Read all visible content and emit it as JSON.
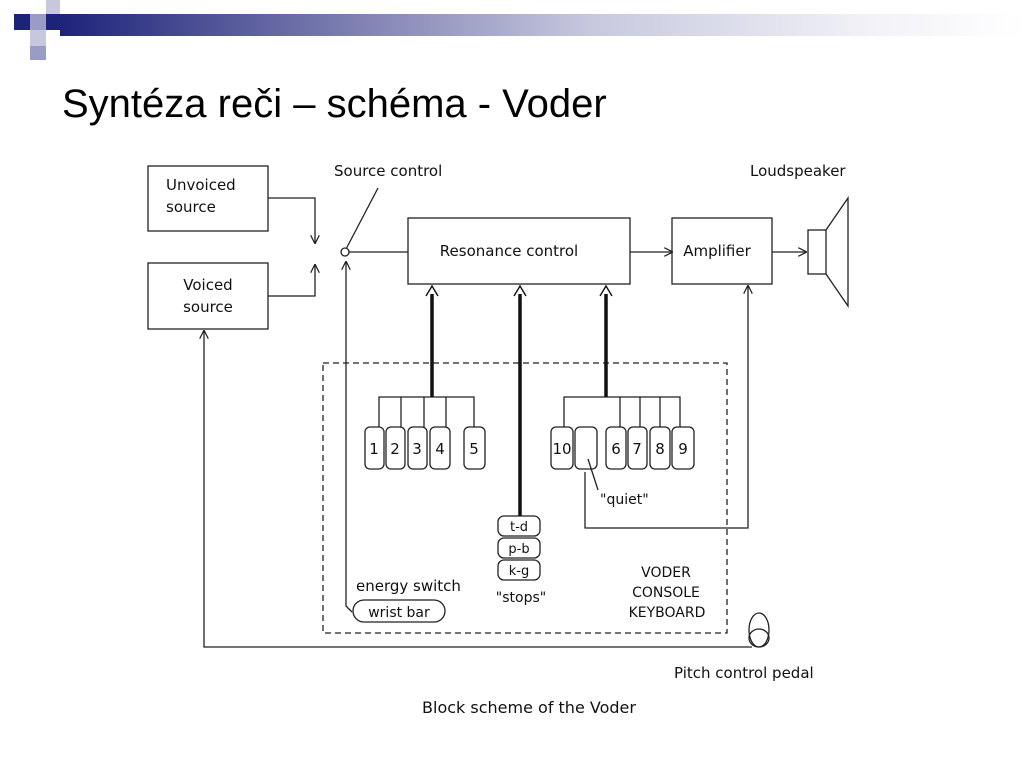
{
  "slide": {
    "title": "Syntéza reči – schéma - Voder",
    "colors": {
      "accent_dark": "#1e237a",
      "accent_mid": "#6d70a8",
      "line": "#222222"
    }
  },
  "diagram": {
    "unvoiced_source": [
      "Unvoiced",
      "source"
    ],
    "voiced_source": [
      "Voiced",
      "source"
    ],
    "source_control": "Source control",
    "resonance_control": "Resonance control",
    "amplifier": "Amplifier",
    "loudspeaker": "Loudspeaker",
    "keys_left": [
      "1",
      "2",
      "3",
      "4",
      "5"
    ],
    "keys_right_first": "10",
    "keys_right": [
      "6",
      "7",
      "8",
      "9"
    ],
    "quiet": "\"quiet\"",
    "stops_keys": [
      "t-d",
      "p-b",
      "k-g"
    ],
    "stops": "\"stops\"",
    "console": [
      "VODER",
      "CONSOLE",
      "KEYBOARD"
    ],
    "energy_switch": "energy switch",
    "wrist_bar": "wrist bar",
    "pitch_pedal": "Pitch control pedal",
    "caption": "Block scheme of the Voder"
  }
}
